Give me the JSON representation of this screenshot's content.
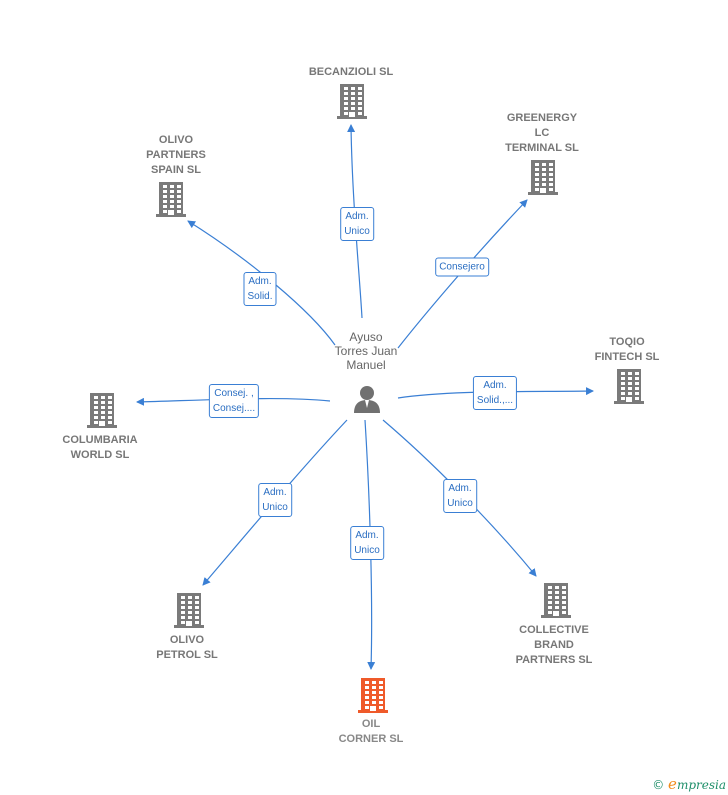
{
  "colors": {
    "accent": "#3a7fd4",
    "building": "#7a7a7a",
    "building_highlight": "#ef5a2a",
    "person": "#707070"
  },
  "center": {
    "label": "Ayuso\nTorres Juan\nManuel",
    "icon": "person-icon"
  },
  "nodes": [
    {
      "id": "becanzioli",
      "label": "BECANZIOLI SL",
      "icon": "building-icon",
      "role": "Adm.\nUnico"
    },
    {
      "id": "greenergy",
      "label": "GREENERGY\nLC\nTERMINAL  SL",
      "icon": "building-icon",
      "role": "Consejero"
    },
    {
      "id": "olivo-partners",
      "label": "OLIVO\nPARTNERS\nSPAIN SL",
      "icon": "building-icon",
      "role": "Adm.\nSolid."
    },
    {
      "id": "toqio",
      "label": "TOQIO\nFINTECH  SL",
      "icon": "building-icon",
      "role": "Adm.\nSolid.,..."
    },
    {
      "id": "columbaria",
      "label": "COLUMBARIA\nWORLD  SL",
      "icon": "building-icon",
      "role": "Consej. ,\nConsej...."
    },
    {
      "id": "olivo-petrol",
      "label": "OLIVO\nPETROL  SL",
      "icon": "building-icon",
      "role": "Adm.\nUnico"
    },
    {
      "id": "oil-corner",
      "label": "OIL\nCORNER  SL",
      "icon": "building-icon",
      "role": "Adm.\nUnico",
      "highlight": true
    },
    {
      "id": "collective",
      "label": "COLLECTIVE\nBRAND\nPARTNERS  SL",
      "icon": "building-icon",
      "role": "Adm.\nUnico"
    }
  ],
  "footer": {
    "copyright": "©",
    "brand_initial": "e",
    "brand_rest": "mpresia"
  }
}
